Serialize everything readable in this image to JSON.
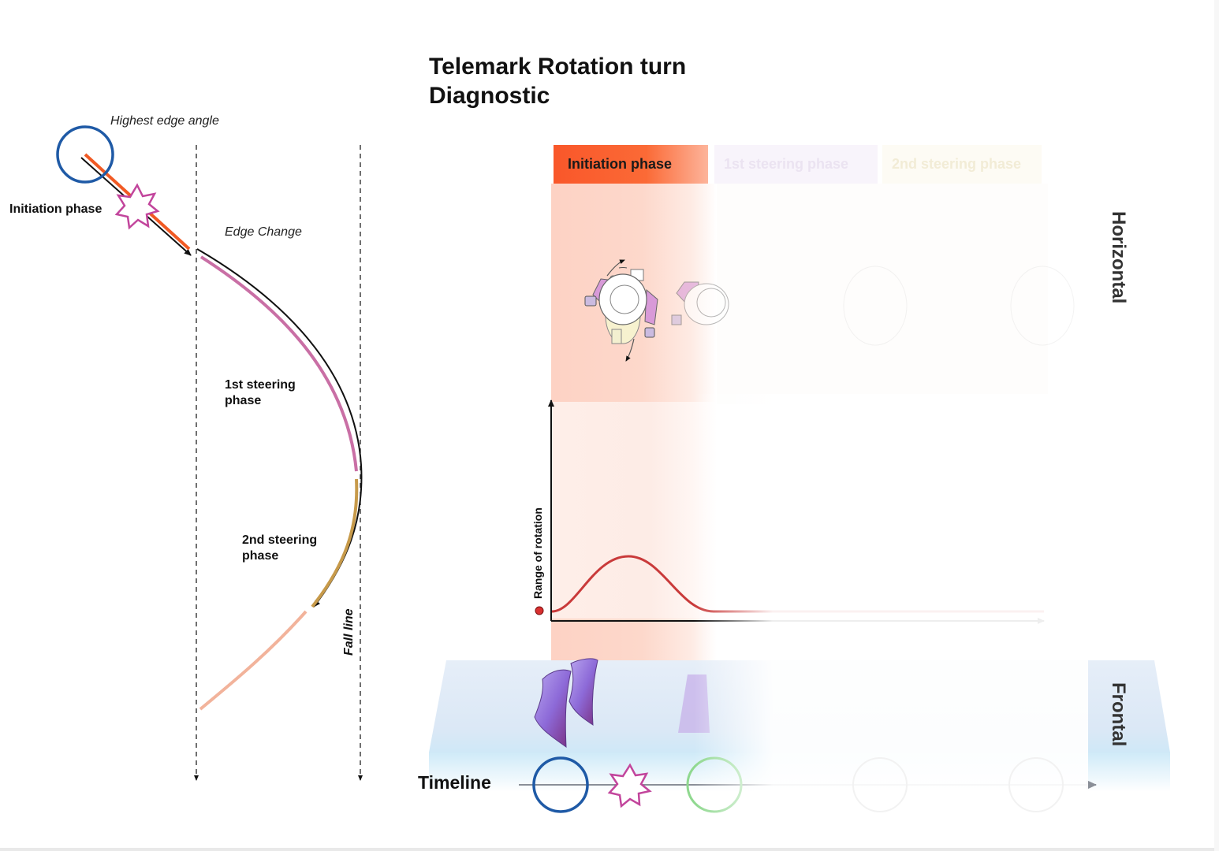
{
  "title": {
    "line1": "Telemark Rotation turn",
    "line2": "Diagnostic"
  },
  "path_diagram": {
    "highest_edge_angle": "Highest edge angle",
    "initiation_phase": "Initiation phase",
    "edge_change": "Edge Change",
    "first_steering_line1": "1st steering",
    "first_steering_line2": "phase",
    "second_steering_line1": "2nd steering",
    "second_steering_line2": "phase",
    "fall_line": "Fall line"
  },
  "phase_tabs": [
    {
      "label": "Initiation phase",
      "state": "active"
    },
    {
      "label": "1st steering phase",
      "state": "faded"
    },
    {
      "label": "2nd steering phase",
      "state": "faded"
    }
  ],
  "views": {
    "horizontal": "Horizontal",
    "frontal": "Frontal"
  },
  "rotation_graph": {
    "y_label": "Range of rotation"
  },
  "timeline": {
    "label": "Timeline"
  },
  "colors": {
    "initiation": "#f15a24",
    "first_steering": "#c96fa5",
    "second_steering": "#c79a4a",
    "transition": "#f2b39b",
    "circle_marker": "#1f5aa6",
    "star_marker": "#c2459c",
    "curve": "#c93a3a"
  },
  "icons": [
    "circle-marker-icon",
    "star-marker-icon",
    "skier-top-view-icon",
    "rotation-arrow-icon"
  ]
}
